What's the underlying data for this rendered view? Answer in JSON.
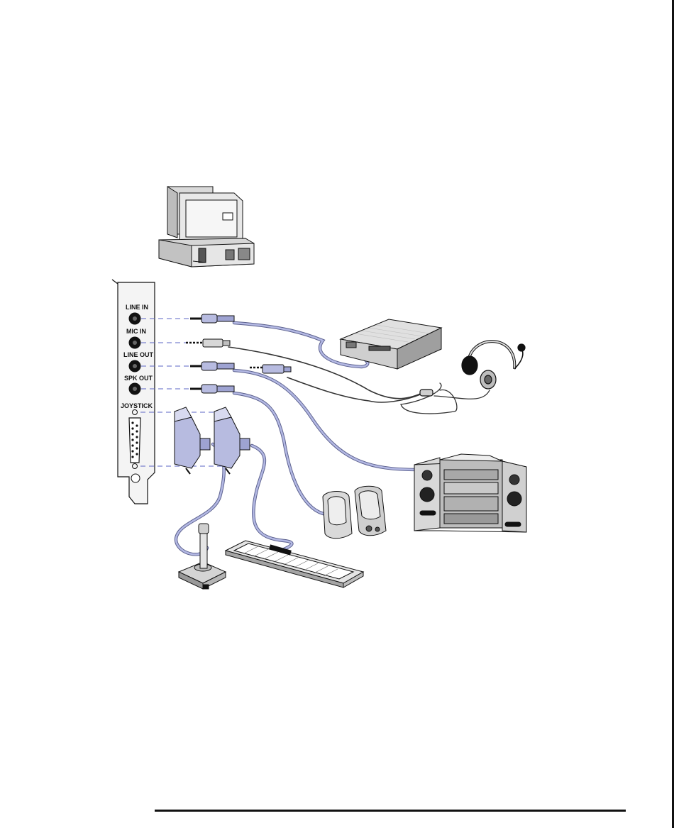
{
  "ports": {
    "line_in": "LINE IN",
    "mic_in": "MIC IN",
    "line_out": "LINE OUT",
    "spk_out": "SPK OUT",
    "joystick": "JOYSTICK"
  },
  "colors": {
    "cable": "#9da3cf",
    "cable_dark": "#6a6f9e",
    "line": "#111111",
    "device_fill": "#e2e2e2",
    "device_shade": "#a9a9a9",
    "connector": "#b7bbe0"
  },
  "icons": [
    "computer-icon",
    "sound-card-bracket",
    "cd-player-icon",
    "headset-icon",
    "stereo-system-icon",
    "speakers-icon",
    "joystick-icon",
    "midi-keyboard-icon"
  ]
}
